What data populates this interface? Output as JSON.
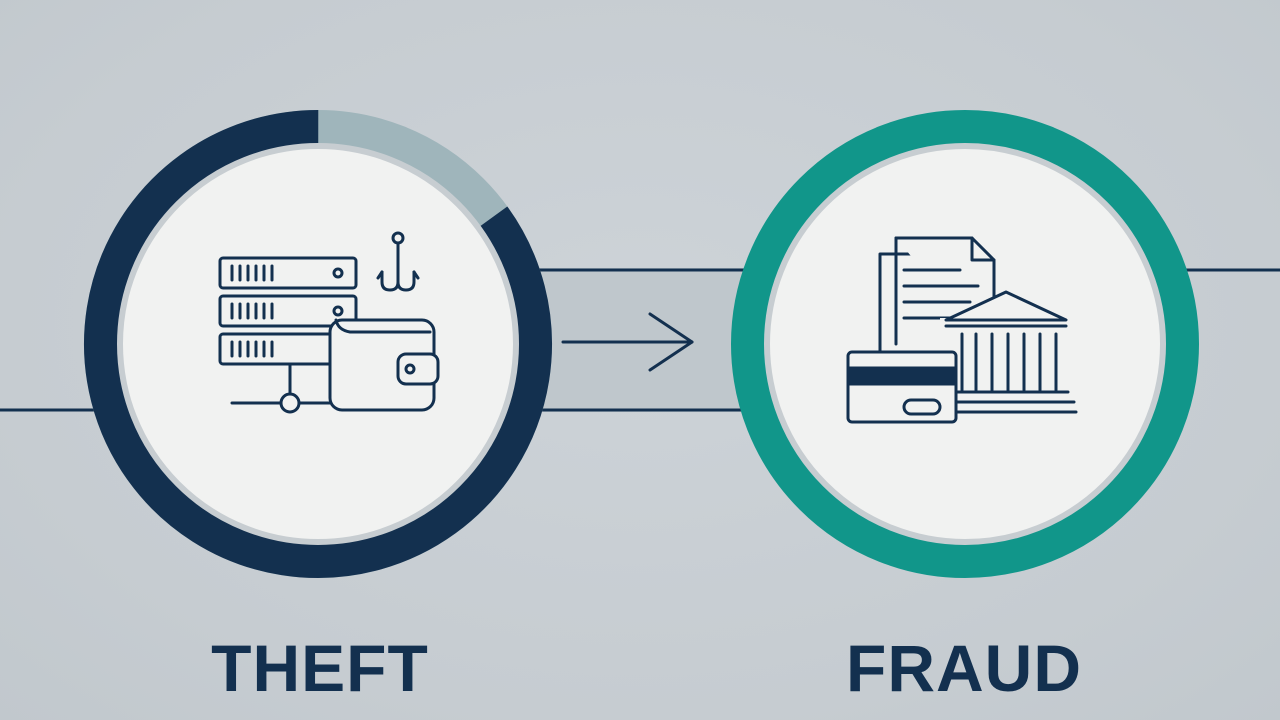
{
  "stages": [
    {
      "label": "THEFT",
      "ring_color": "#13304f",
      "ring_remainder_color": "#9fb5bb",
      "ring_progress": 0.85,
      "icons": [
        "server-rack-icon",
        "fishing-hook-icon",
        "wallet-icon"
      ]
    },
    {
      "label": "FRAUD",
      "ring_color": "#11968a",
      "icons": [
        "document-icon",
        "credit-card-icon",
        "bank-building-icon"
      ]
    }
  ],
  "connector_icon": "arrow-right-icon",
  "colors": {
    "navy": "#13304f",
    "teal": "#11968a",
    "light_ring": "#9fb5bb",
    "disc": "#f1f2f1",
    "background": "#c9cfd4"
  }
}
